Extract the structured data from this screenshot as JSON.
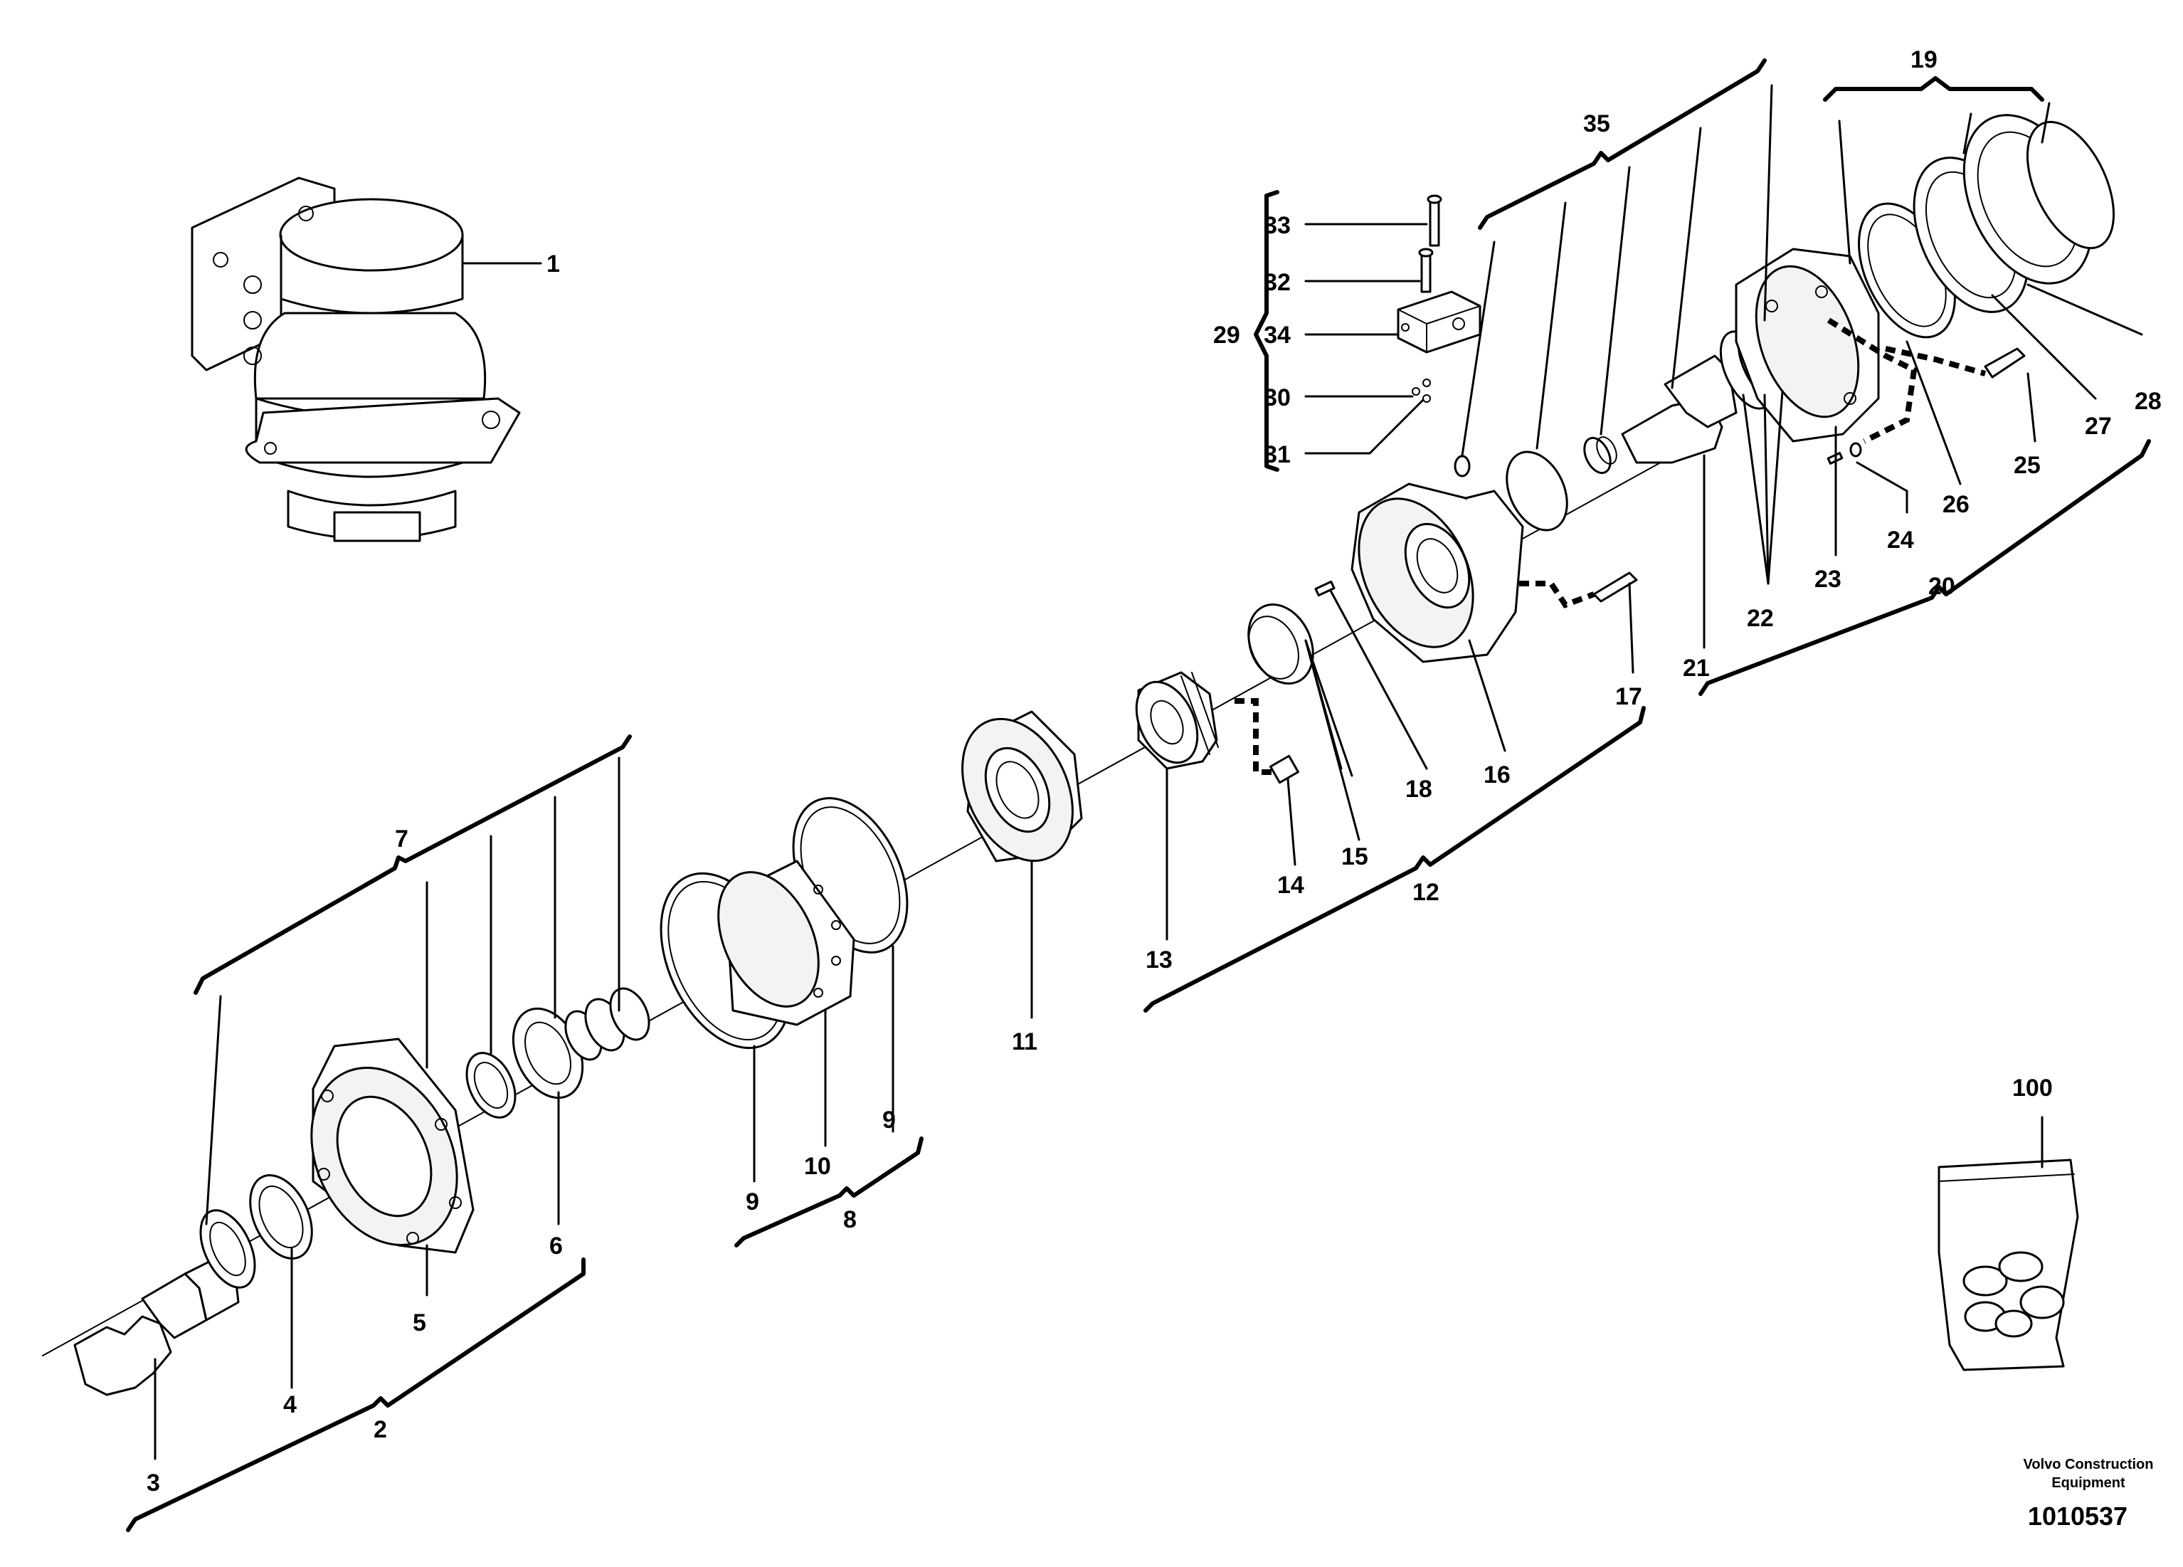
{
  "labels": {
    "l1": "1",
    "l2": "2",
    "l3": "3",
    "l4": "4",
    "l5": "5",
    "l6": "6",
    "l7": "7",
    "l8": "8",
    "l9a": "9",
    "l9b": "9",
    "l10": "10",
    "l11": "11",
    "l12": "12",
    "l13": "13",
    "l14": "14",
    "l15": "15",
    "l16": "16",
    "l17": "17",
    "l18": "18",
    "l19": "19",
    "l20": "20",
    "l21": "21",
    "l22": "22",
    "l23": "23",
    "l24": "24",
    "l25": "25",
    "l26": "26",
    "l27": "27",
    "l28": "28",
    "l29": "29",
    "l30": "30",
    "l31": "31",
    "l32": "32",
    "l33": "33",
    "l34": "34",
    "l35": "35",
    "l100": "100"
  },
  "footer": {
    "brand_line1": "Volvo Construction",
    "brand_line2": "Equipment",
    "drawing_number": "1010537"
  }
}
